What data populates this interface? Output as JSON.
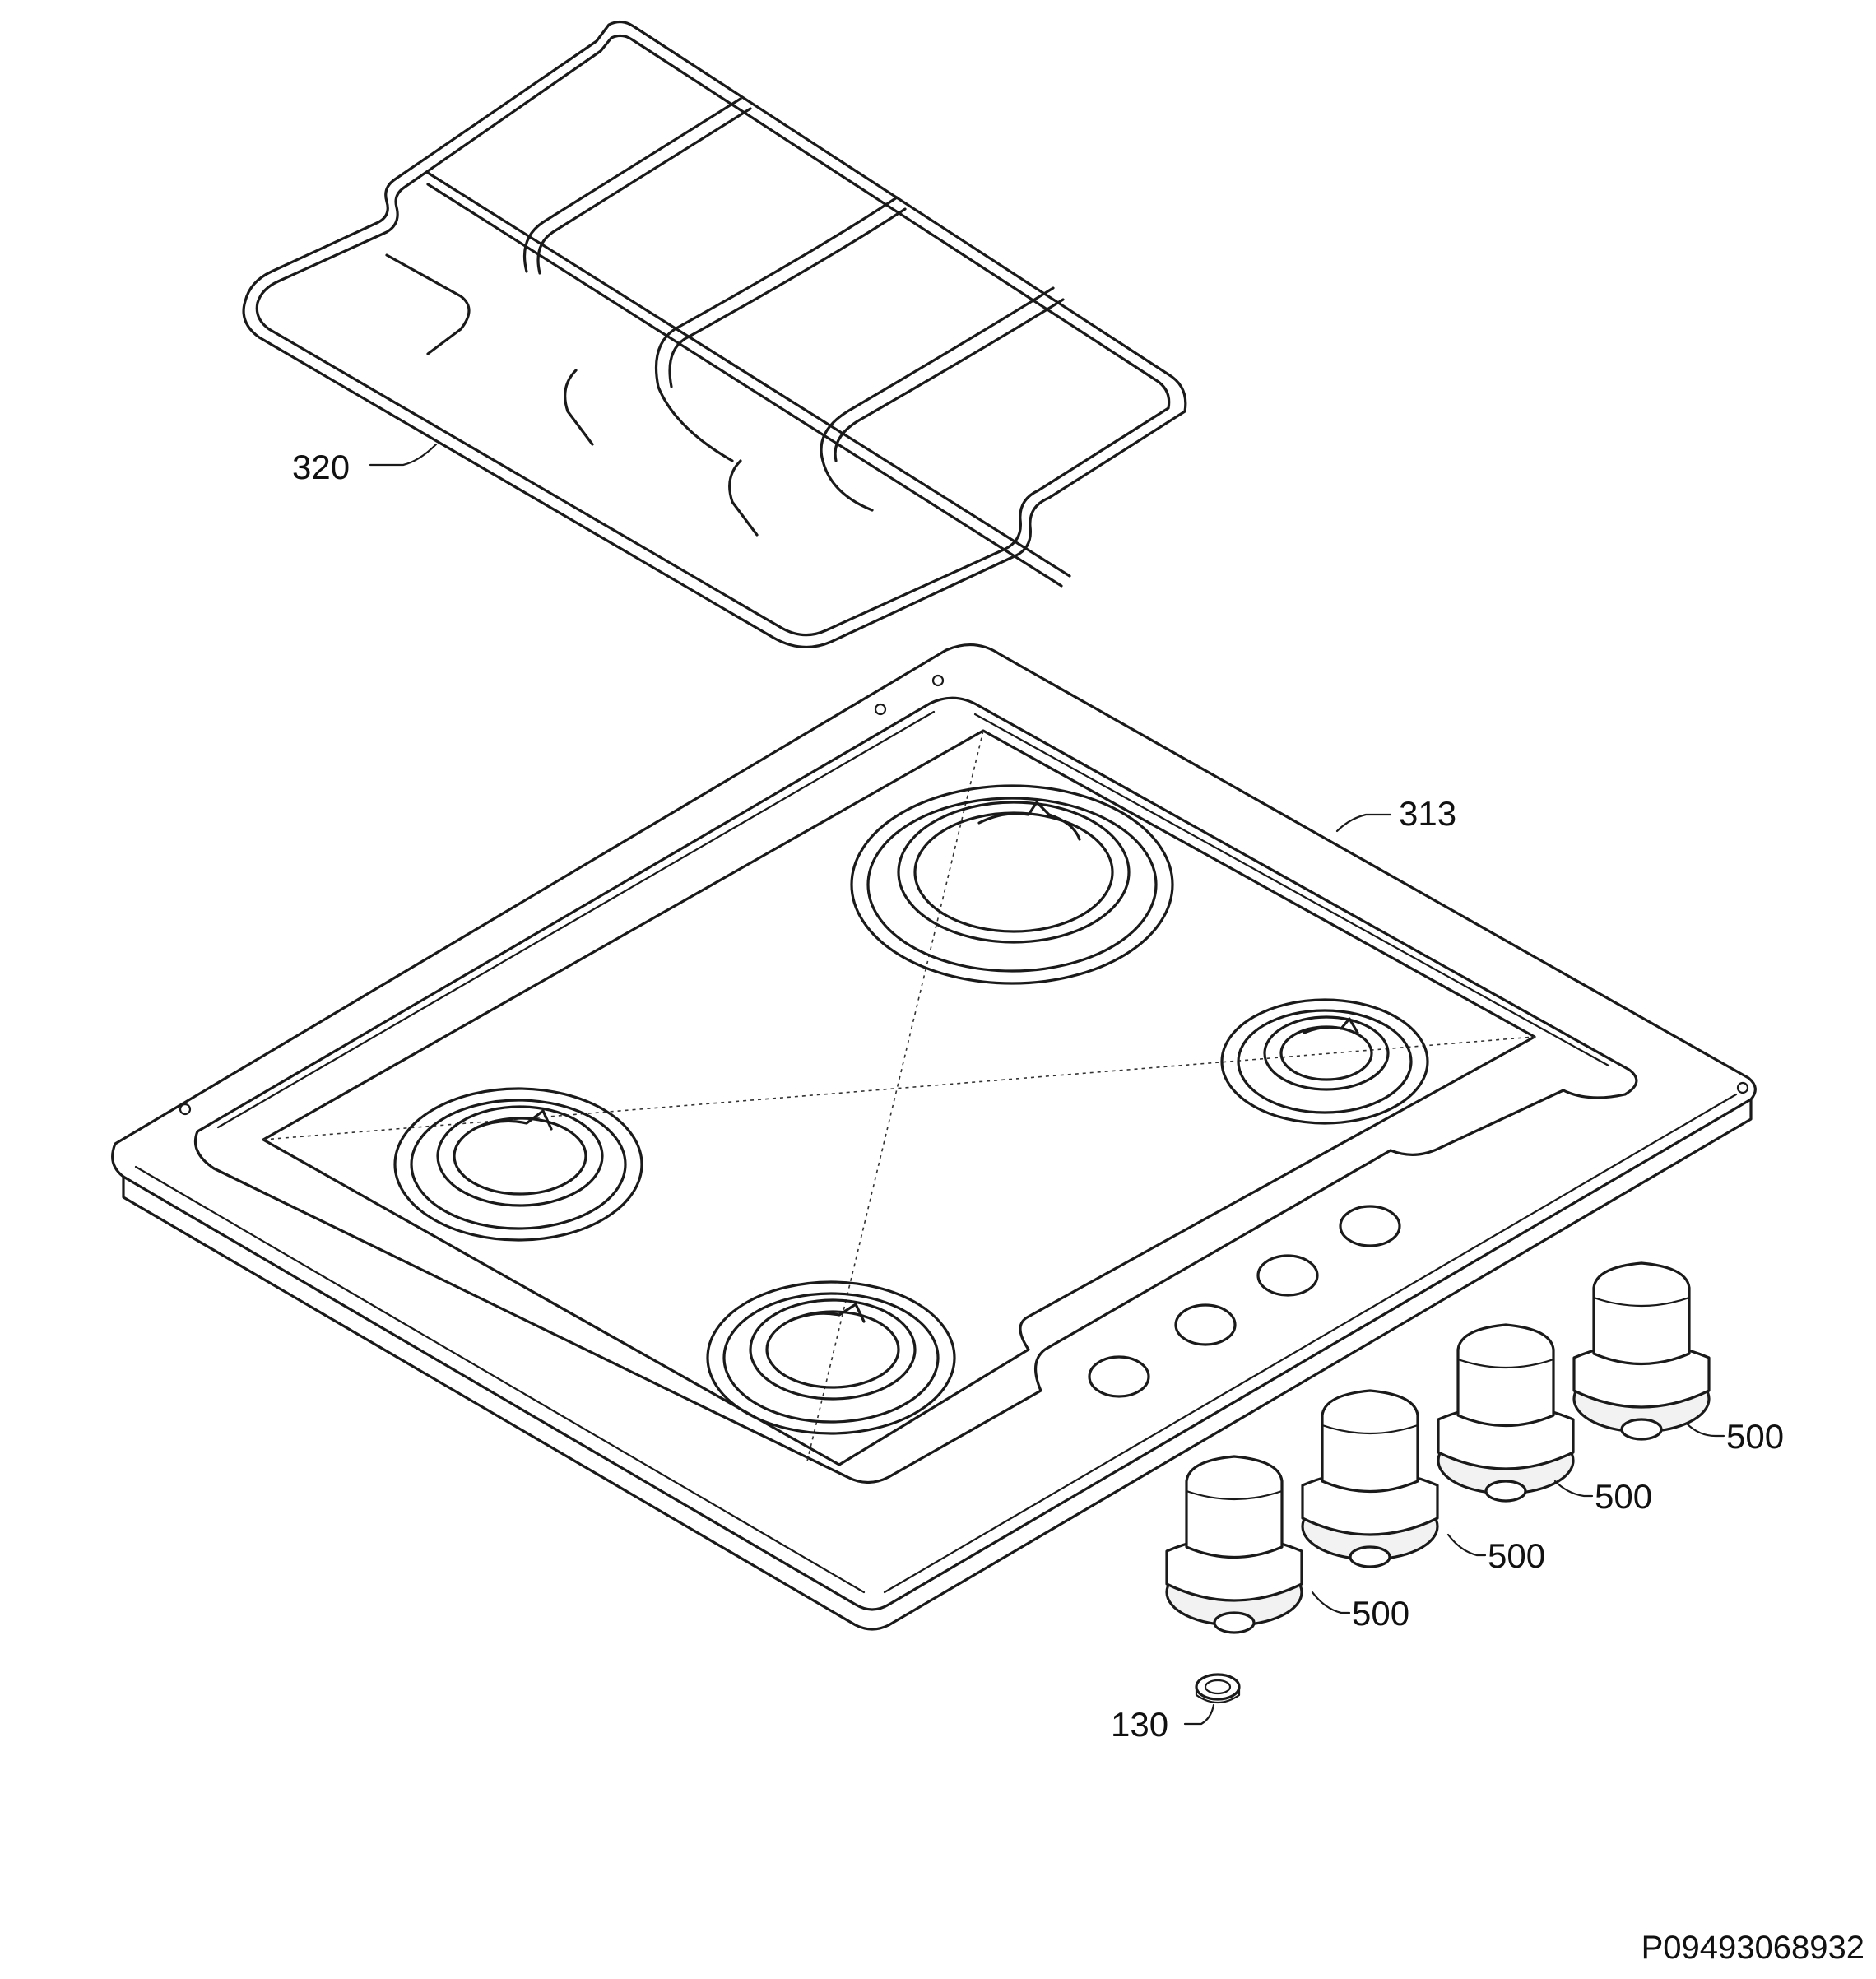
{
  "diagram": {
    "drawing_code": "P09493068932",
    "callouts": {
      "grid": "320",
      "hob_top": "313",
      "knob_1": "500",
      "knob_2": "500",
      "knob_3": "500",
      "knob_4": "500",
      "ring": "130"
    }
  }
}
